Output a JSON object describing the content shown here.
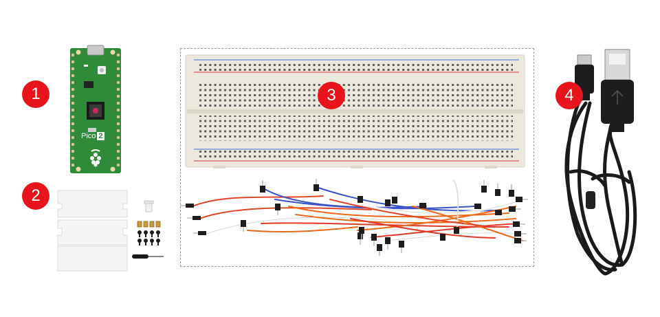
{
  "items": [
    {
      "number": "1",
      "name": "pico-2-board"
    },
    {
      "number": "2",
      "name": "acrylic-case-kit"
    },
    {
      "number": "3",
      "name": "breadboard-and-jumper-wires"
    },
    {
      "number": "4",
      "name": "usb-cable"
    }
  ],
  "board": {
    "label": "Pico",
    "model": "2"
  },
  "colors": {
    "badge": "#e8141c",
    "board": "#2f8a3a",
    "breadboard": "#ece8de",
    "cable": "#1a1a1a",
    "dashed_border": "#9e9e9e"
  }
}
